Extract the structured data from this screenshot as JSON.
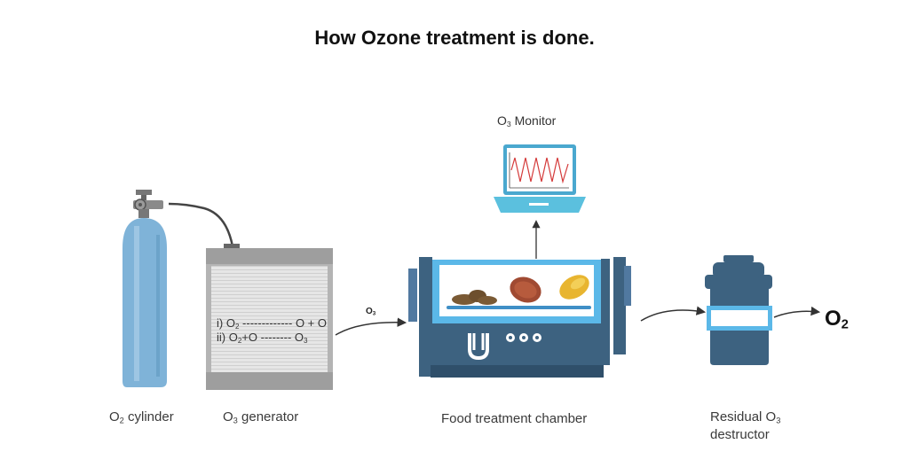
{
  "title": "How Ozone treatment is done.",
  "cylinder": {
    "label_main": "O",
    "label_sub": "2",
    "label_rest": " cylinder",
    "icon": "gas-cylinder-icon",
    "color": "#7fb3d8"
  },
  "generator": {
    "label_main": "O",
    "label_sub": "3",
    "label_rest": " generator",
    "reaction1": {
      "a": "i) O",
      "a_sub": "2",
      "b": " ------------- O + O"
    },
    "reaction2": {
      "a": "ii) O",
      "a_sub": "2",
      "b": "+O -------- O",
      "b_sub": "3"
    }
  },
  "flow_label": {
    "main": "O",
    "sub": "3"
  },
  "monitor": {
    "label_main": "O",
    "label_sub": "3",
    "label_rest": " Monitor",
    "icon": "laptop-icon",
    "screen_color": "#5bc0de"
  },
  "chamber": {
    "label": "Food treatment chamber",
    "icon": "chamber-icon",
    "color": "#3d6280"
  },
  "destructor": {
    "line1_main": "Residual O",
    "line1_sub": "3",
    "line2": "destructor",
    "icon": "destructor-icon"
  },
  "output": {
    "main": "O",
    "sub": "2"
  }
}
